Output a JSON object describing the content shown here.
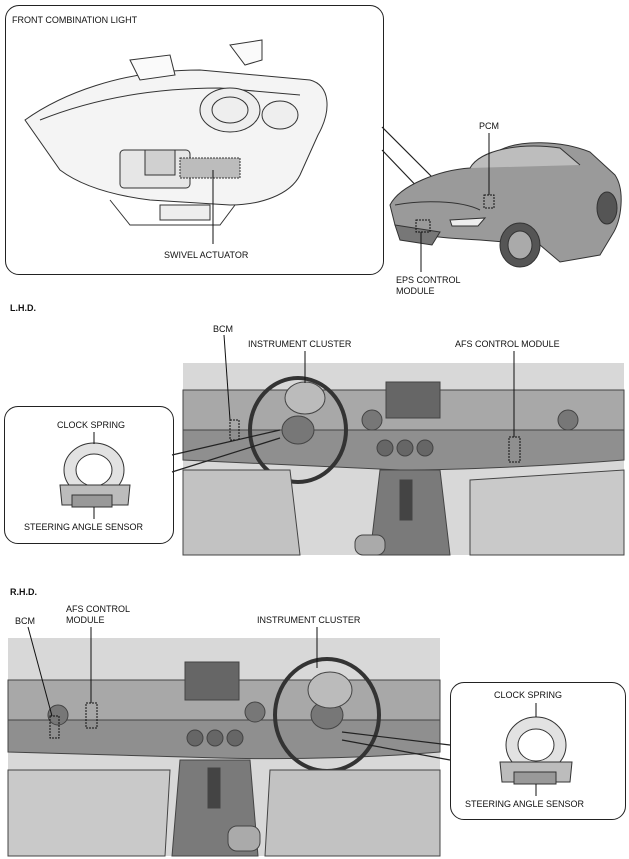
{
  "top": {
    "front_combination_light": "FRONT COMBINATION LIGHT",
    "swivel_actuator": "SWIVEL ACTUATOR",
    "pcm": "PCM",
    "eps_control_module_line1": "EPS CONTROL",
    "eps_control_module_line2": "MODULE"
  },
  "lhd": {
    "section_title": "L.H.D.",
    "bcm": "BCM",
    "instrument_cluster": "INSTRUMENT CLUSTER",
    "afs_control_module": "AFS CONTROL MODULE",
    "clock_spring": "CLOCK SPRING",
    "steering_angle_sensor": "STEERING ANGLE SENSOR"
  },
  "rhd": {
    "section_title": "R.H.D.",
    "bcm": "BCM",
    "afs_control_module_line1": "AFS CONTROL",
    "afs_control_module_line2": "MODULE",
    "instrument_cluster": "INSTRUMENT CLUSTER",
    "clock_spring": "CLOCK SPRING",
    "steering_angle_sensor": "STEERING ANGLE SENSOR"
  }
}
